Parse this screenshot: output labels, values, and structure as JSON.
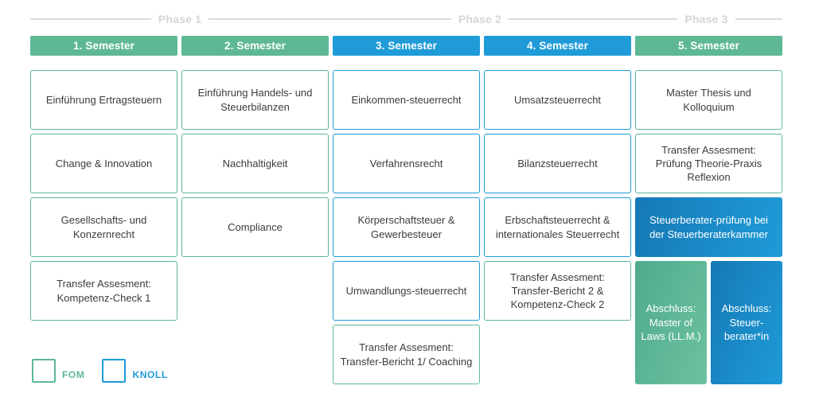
{
  "phases": [
    {
      "label": "Phase 1"
    },
    {
      "label": "Phase 2"
    },
    {
      "label": "Phase 3"
    }
  ],
  "semesters": [
    {
      "label": "1. Semester",
      "provider": "FOM"
    },
    {
      "label": "2. Semester",
      "provider": "FOM"
    },
    {
      "label": "3. Semester",
      "provider": "KNOLL"
    },
    {
      "label": "4. Semester",
      "provider": "KNOLL"
    },
    {
      "label": "5. Semester",
      "provider": "FOM"
    }
  ],
  "columns": [
    {
      "boxes": [
        {
          "text": "Einführung Ertragsteuern",
          "style": "fom"
        },
        {
          "text": "Change & Innovation",
          "style": "fom"
        },
        {
          "text": "Gesellschafts- und Konzernrecht",
          "style": "fom"
        },
        {
          "text": "Transfer Assesment: Kompetenz-Check 1",
          "style": "fom"
        }
      ]
    },
    {
      "boxes": [
        {
          "text": "Einführung Handels- und Steuerbilanzen",
          "style": "fom"
        },
        {
          "text": "Nachhaltigkeit",
          "style": "fom"
        },
        {
          "text": "Compliance",
          "style": "fom"
        }
      ]
    },
    {
      "boxes": [
        {
          "text": "Einkommen-steuerrecht",
          "style": "knoll"
        },
        {
          "text": "Verfahrensrecht",
          "style": "knoll"
        },
        {
          "text": "Körperschaftsteuer & Gewerbesteuer",
          "style": "knoll"
        },
        {
          "text": "Umwandlungs-steuerrecht",
          "style": "knoll"
        },
        {
          "text": "Transfer Assesment: Transfer-Bericht 1/ Coaching",
          "style": "fom"
        }
      ]
    },
    {
      "boxes": [
        {
          "text": "Umsatzsteuerrecht",
          "style": "knoll"
        },
        {
          "text": "Bilanzsteuerrecht",
          "style": "knoll"
        },
        {
          "text": "Erbschaftsteuerrecht & internationales Steuerrecht",
          "style": "knoll"
        },
        {
          "text": "Transfer Assesment: Transfer-Bericht 2 & Kompetenz-Check 2",
          "style": "fom"
        }
      ]
    },
    {
      "boxes": [
        {
          "text": "Master Thesis und Kolloquium",
          "style": "fom"
        },
        {
          "text": "Transfer Assesment: Prüfung Theorie-Praxis Reflexion",
          "style": "fom"
        },
        {
          "text": "Steuerberater-prüfung bei der Steuerberaterkammer",
          "style": "solid-knoll"
        }
      ],
      "degrees": [
        {
          "text": "Abschluss: Master of Laws (LL.M.)",
          "style": "fom-solid"
        },
        {
          "text": "Abschluss: Steuer-berater*in",
          "style": "knoll-solid"
        }
      ]
    }
  ],
  "legend": [
    {
      "label": "FOM",
      "style": "fom",
      "color": "#5eb894"
    },
    {
      "label": "KNOLL",
      "style": "knoll",
      "color": "#1f9bd8"
    }
  ],
  "colors": {
    "fom_green": "#5eb894",
    "knoll_blue": "#1f9bd8",
    "phase_line": "#dcdcdc",
    "phase_text": "#d4d4d4",
    "box_text": "#3c3c3c"
  }
}
